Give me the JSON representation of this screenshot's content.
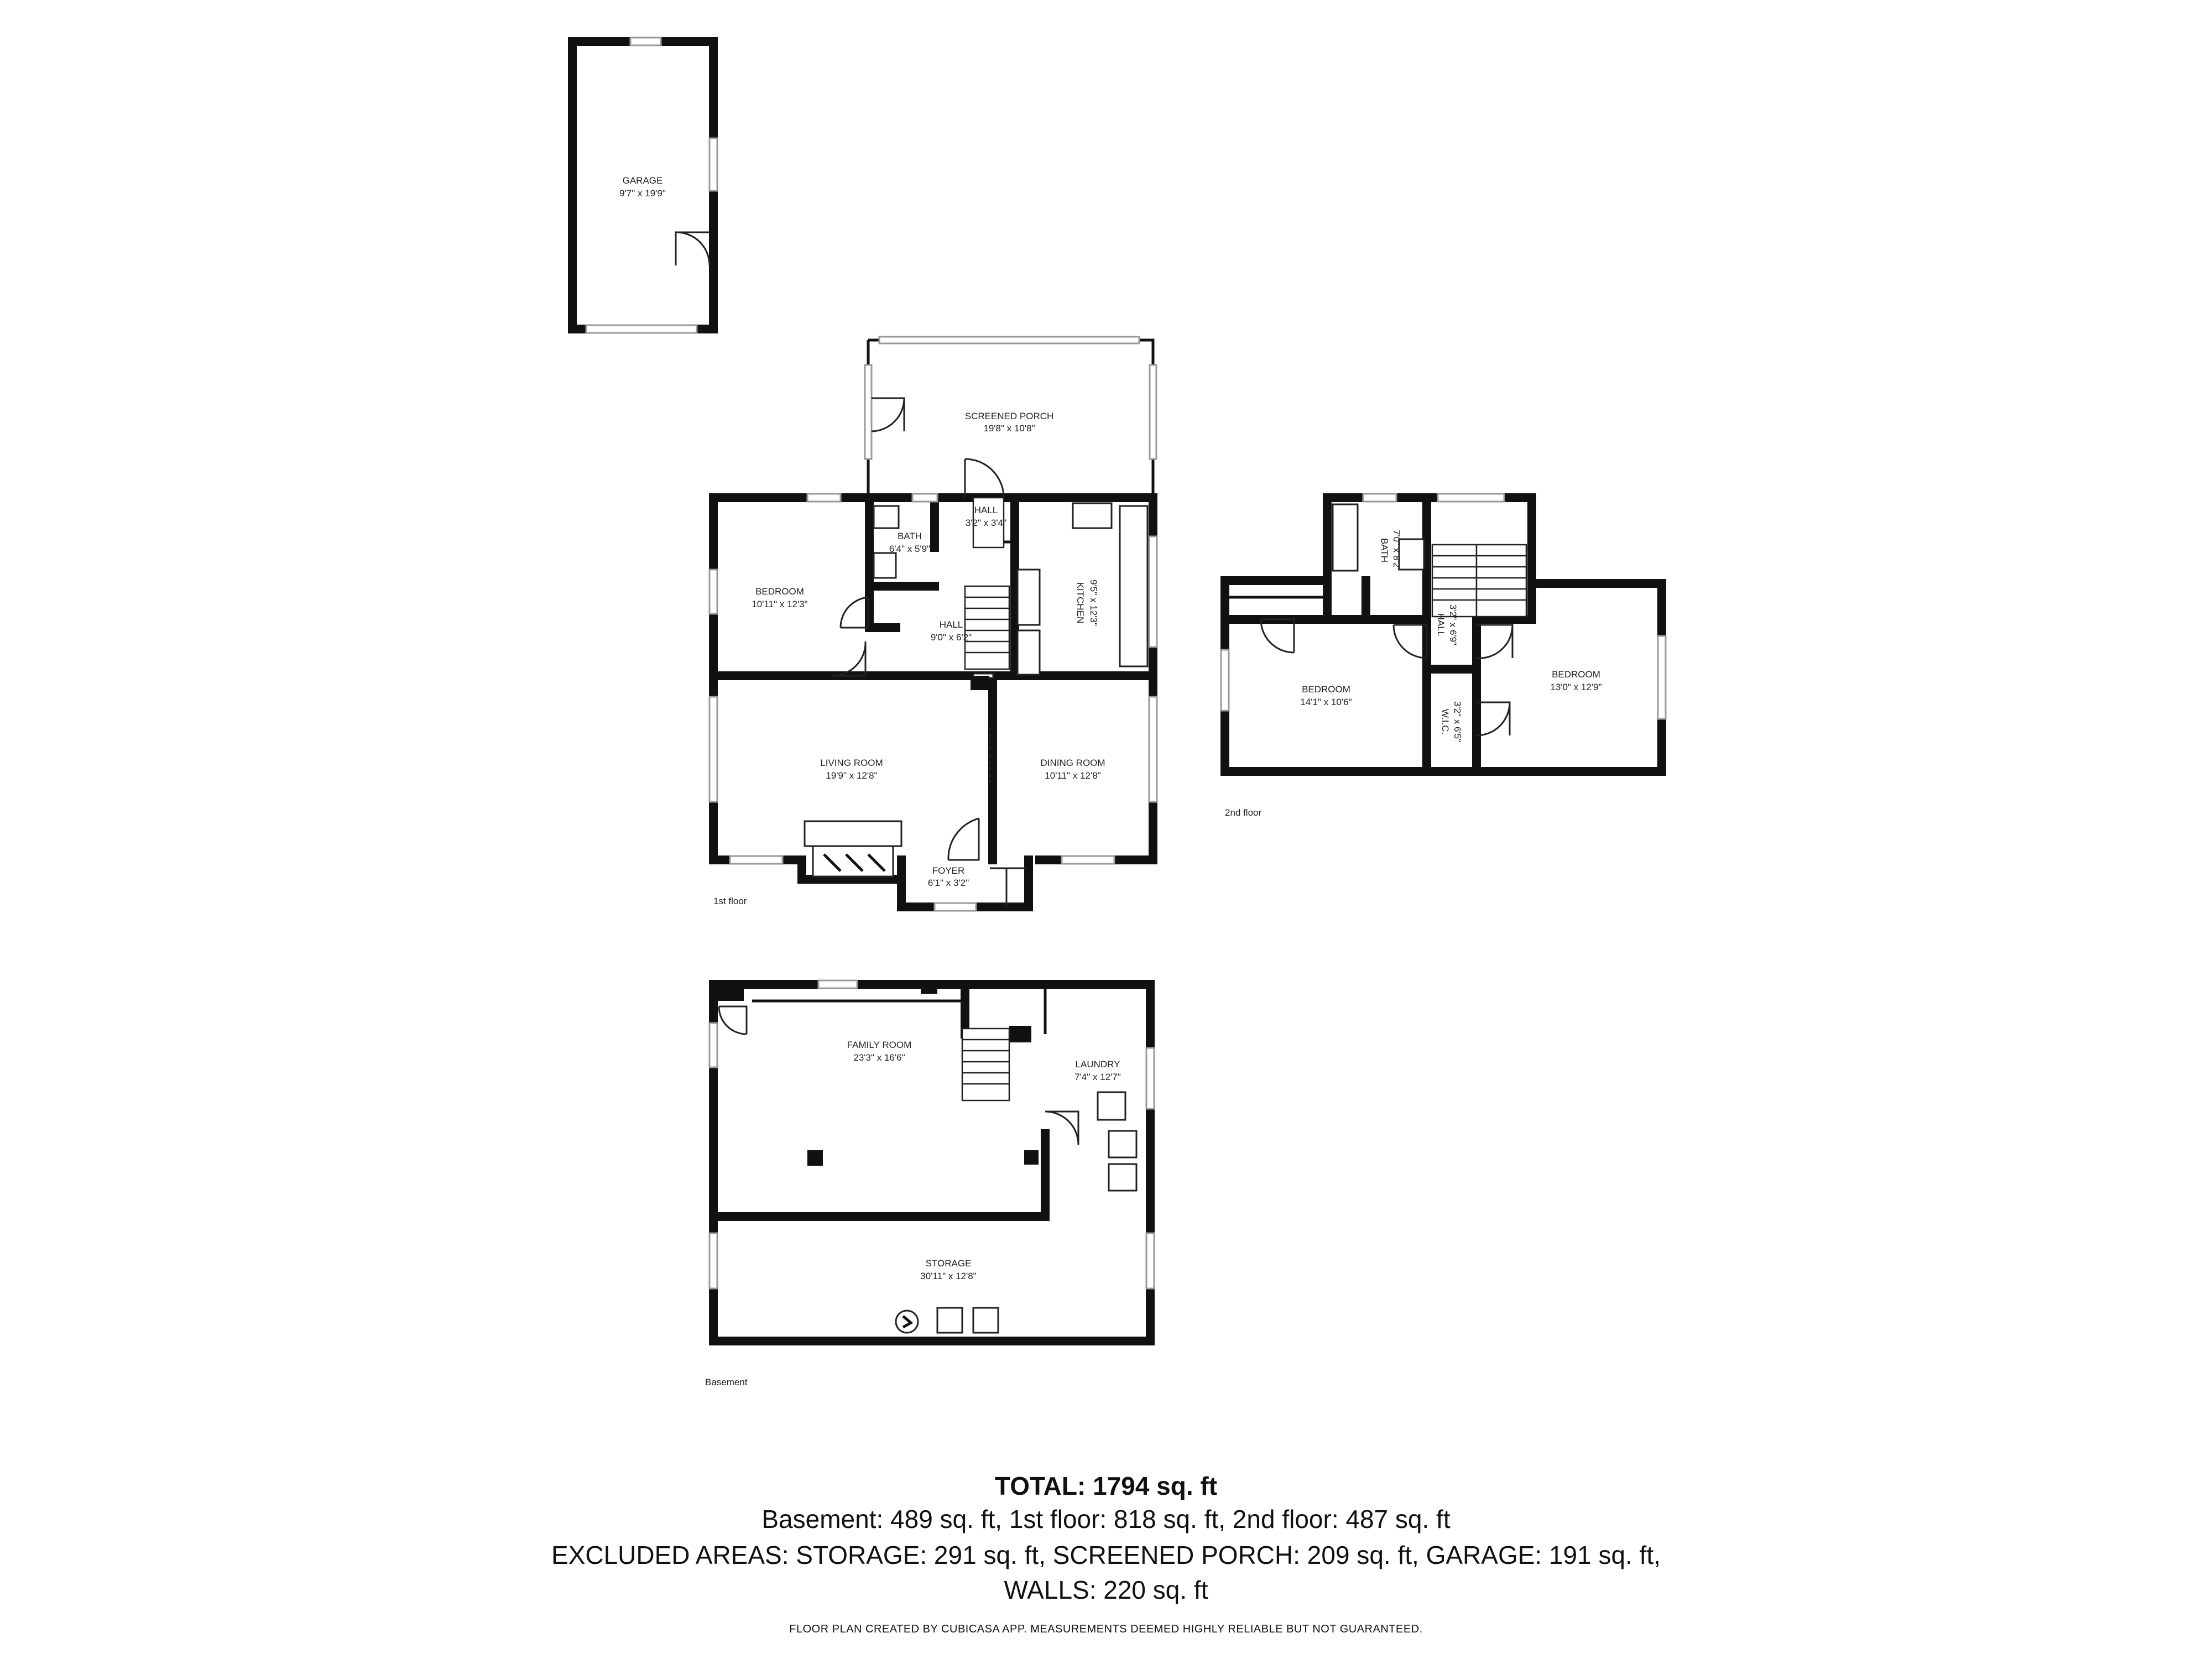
{
  "rooms": {
    "garage": {
      "name": "GARAGE",
      "dim": "9'7\" x 19'9\""
    },
    "screened_porch": {
      "name": "SCREENED PORCH",
      "dim": "19'8\" x 10'8\""
    },
    "bedroom_1f": {
      "name": "BEDROOM",
      "dim": "10'11\" x 12'3\""
    },
    "bath_1f": {
      "name": "BATH",
      "dim": "6'4\" x 5'9\""
    },
    "hall_1f_top": {
      "name": "HALL",
      "dim": "3'2\" x 3'4\""
    },
    "hall_1f": {
      "name": "HALL",
      "dim": "9'0\" x 6'2\""
    },
    "kitchen": {
      "name": "KITCHEN",
      "dim": "9'5\" x 12'3\""
    },
    "living_room": {
      "name": "LIVING ROOM",
      "dim": "19'9\" x 12'8\""
    },
    "dining_room": {
      "name": "DINING ROOM",
      "dim": "10'11\" x 12'8\""
    },
    "foyer": {
      "name": "FOYER",
      "dim": "6'1\" x 3'2\""
    },
    "bath_2f": {
      "name": "BATH",
      "dim": "7'0\" x 8'2\""
    },
    "hall_2f": {
      "name": "HALL",
      "dim": "3'2\" x 6'9\""
    },
    "bedroom_2f_left": {
      "name": "BEDROOM",
      "dim": "14'1\" x 10'6\""
    },
    "bedroom_2f_right": {
      "name": "BEDROOM",
      "dim": "13'0\" x 12'9\""
    },
    "wic": {
      "name": "W.I.C.",
      "dim": "3'2\" x 6'5\""
    },
    "family_room": {
      "name": "FAMILY ROOM",
      "dim": "23'3\" x 16'6\""
    },
    "laundry": {
      "name": "LAUNDRY",
      "dim": "7'4\" x 12'7\""
    },
    "storage": {
      "name": "STORAGE",
      "dim": "30'11\" x 12'8\""
    }
  },
  "floors": {
    "first": "1st floor",
    "second": "2nd floor",
    "basement": "Basement"
  },
  "summary": {
    "total": "TOTAL: 1794 sq. ft",
    "breakdown": "Basement: 489 sq. ft, 1st floor: 818 sq. ft, 2nd floor: 487 sq. ft",
    "excluded": "EXCLUDED AREAS: STORAGE: 291 sq. ft, SCREENED PORCH: 209 sq. ft, GARAGE: 191 sq. ft,",
    "walls": "WALLS: 220 sq. ft",
    "disclaimer": "FLOOR PLAN CREATED BY CUBICASA APP. MEASUREMENTS DEEMED HIGHLY RELIABLE BUT NOT GUARANTEED."
  },
  "colors": {
    "walls": "#111111",
    "windows": "#9a9a9a",
    "background": "#ffffff"
  }
}
